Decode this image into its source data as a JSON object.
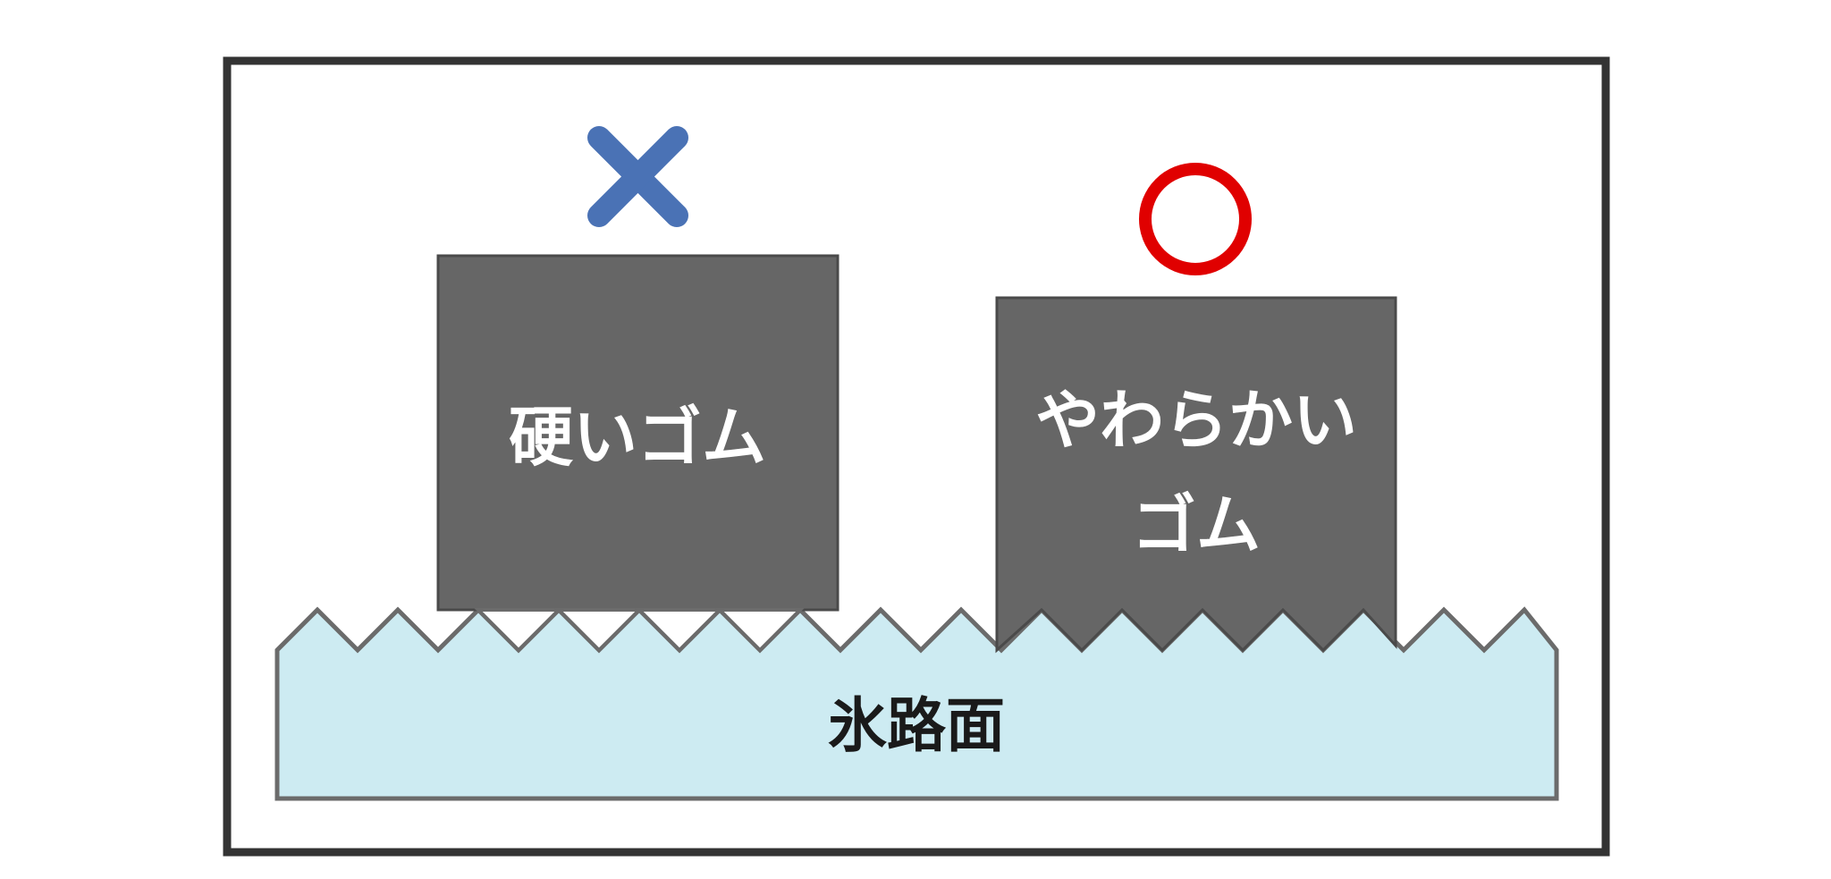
{
  "blocks": {
    "hard": {
      "label": "硬いゴム",
      "mark": "cross-icon"
    },
    "soft": {
      "label_line1": "やわらかい",
      "label_line2": "ゴム",
      "mark": "circle-icon"
    }
  },
  "road": {
    "label": "氷路面"
  },
  "colors": {
    "frame": "#333333",
    "block": "#666666",
    "ice_fill": "#cdebf2",
    "ice_edge": "#6b6b6b",
    "cross_mark": "#4a72b5",
    "circle_mark": "#e00000"
  }
}
